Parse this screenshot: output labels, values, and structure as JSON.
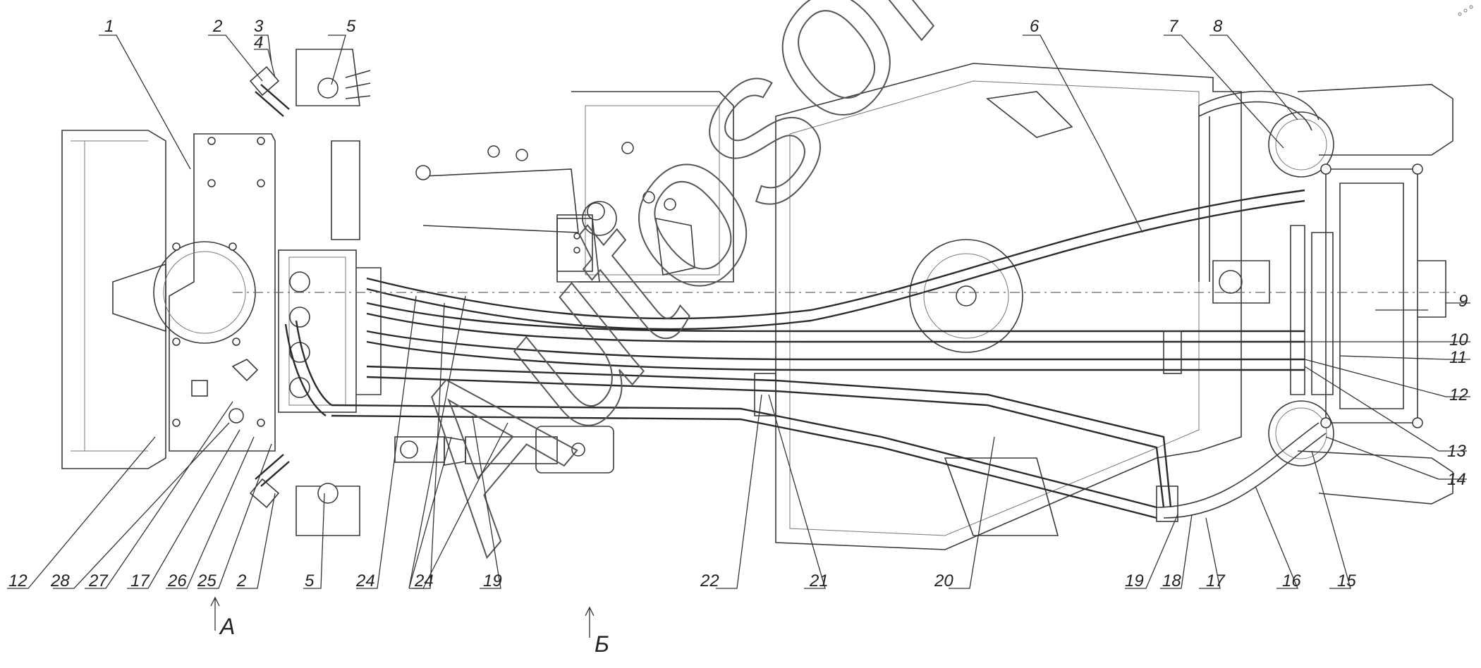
{
  "callouts": [
    "1",
    "2",
    "3",
    "4",
    "5",
    "6",
    "7",
    "8",
    "9",
    "10",
    "11",
    "12",
    "13",
    "14",
    "12",
    "28",
    "27",
    "17",
    "26",
    "25",
    "2",
    "5",
    "24",
    "24",
    "19",
    "22",
    "21",
    "20",
    "19",
    "18",
    "17",
    "16",
    "15"
  ],
  "view_labels": [
    "А",
    "Б"
  ],
  "watermark": "Autosoft",
  "colors": {
    "line": "#3a3a3a",
    "background": "#ffffff"
  }
}
